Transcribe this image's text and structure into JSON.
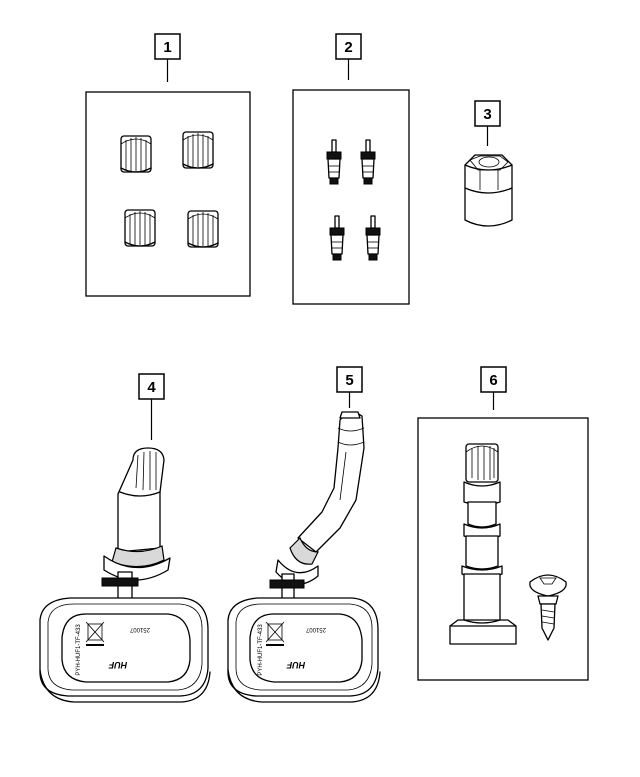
{
  "callouts": {
    "c1": "1",
    "c2": "2",
    "c3": "3",
    "c4": "4",
    "c5": "5",
    "c6": "6"
  },
  "sensor_labels": {
    "left_part_no": "251007",
    "left_side_code": "PYH-HUF1-TF-433",
    "left_brand": "HUF",
    "right_part_no": "251007",
    "right_side_code": "PYH-HUF1-TF-433",
    "right_brand": "HUF"
  }
}
